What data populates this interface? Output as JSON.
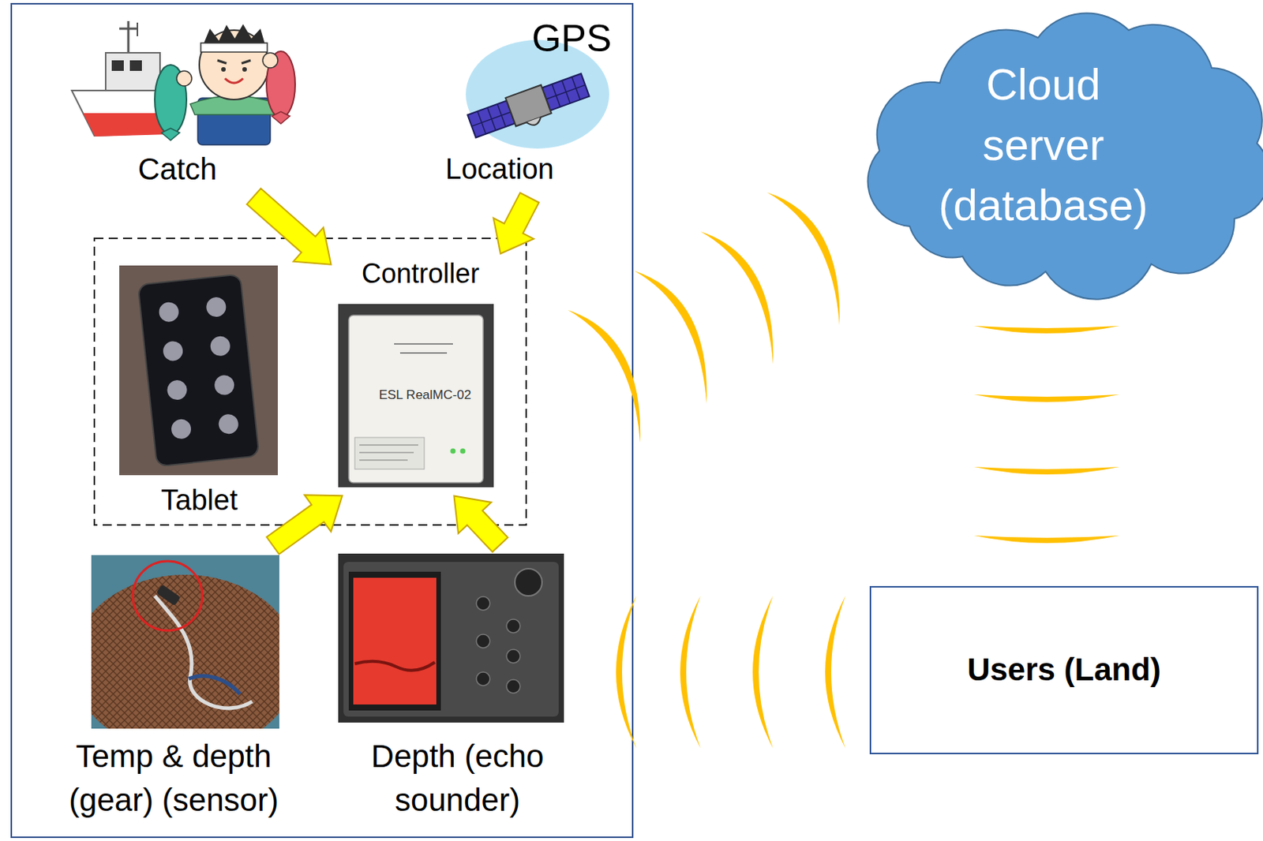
{
  "diagram": {
    "nodes": [
      {
        "text": [
          "Catch"
        ]
      },
      {
        "text": [
          "GPS",
          "Location"
        ]
      },
      {
        "text": [
          "Tablet"
        ]
      },
      {
        "text": [
          "Controller"
        ]
      },
      {
        "text": [
          "Temp & depth (gear) (sensor)"
        ]
      },
      {
        "text": [
          "Depth (echo sounder)"
        ]
      },
      {
        "text": [
          "Cloud server (database)"
        ]
      },
      {
        "text": [
          "Users (Land)"
        ]
      }
    ],
    "edges": [
      {
        "from": 0,
        "to": 3,
        "arrow": "to"
      },
      {
        "from": 1,
        "to": 3,
        "arrow": "to"
      },
      {
        "from": 4,
        "to": 3,
        "arrow": "to"
      },
      {
        "from": 5,
        "to": 3,
        "arrow": "to"
      }
    ],
    "labels": [
      "ESL RealMC-02"
    ]
  }
}
